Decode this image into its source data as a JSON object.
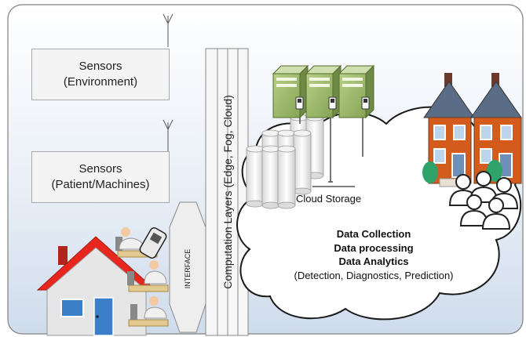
{
  "sensor_boxes": [
    {
      "line1": "Sensors",
      "line2": "(Environment)"
    },
    {
      "line1": "Sensors",
      "line2": "(Patient/Machines)"
    }
  ],
  "computation_label": "Computation Layers (Edge, Fog, Cloud)",
  "interface_label": "INTERFACE",
  "cloud_storage_label": "Cloud Storage",
  "analytics": {
    "line1": "Data Collection",
    "line2": "Data processing",
    "line3": "Data Analytics",
    "line4": "(Detection, Diagnostics, Prediction)"
  },
  "colors": {
    "background_top": "#ffffff",
    "background_bottom": "#cfdcec",
    "server_green": "#9bb86a",
    "house_roof": "#e8261e",
    "house_wall": "#d35c1c"
  },
  "icons": [
    "antenna-icon",
    "house-icon",
    "doctor-desk-icon",
    "phone-icon",
    "server-icon",
    "database-cylinder-icon",
    "townhouse-icon",
    "people-icon"
  ]
}
